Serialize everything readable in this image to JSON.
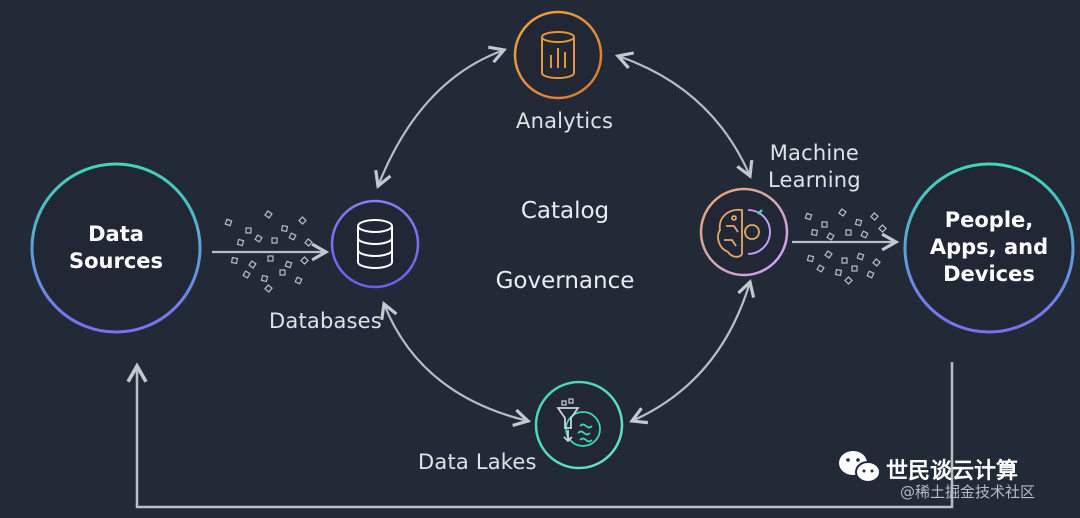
{
  "nodes": {
    "data_sources": "Data\nSources",
    "databases": "Databases",
    "analytics": "Analytics",
    "data_lakes": "Data Lakes",
    "machine_learning": "Machine\nLearning",
    "people_apps_devices": "People,\nApps, and\nDevices"
  },
  "center": {
    "catalog": "Catalog",
    "governance": "Governance"
  },
  "watermark": {
    "channel": "世民谈云计算",
    "site": "@稀土掘金技术社区"
  },
  "icons": {
    "databases": "database-icon",
    "analytics": "analytics-cylinder-icon",
    "data_lakes": "data-lake-icon",
    "machine_learning": "brain-gear-icon",
    "watermark": "wechat-icon"
  },
  "colors": {
    "background": "#232a37",
    "green_ring": "#3fd6b6",
    "purple_ring": "#7a6ef5",
    "orange_ring": "#e8943a",
    "arrows": "#b9bec6",
    "divider_start": "#7b6cf6",
    "divider_end": "#9ee9da"
  }
}
